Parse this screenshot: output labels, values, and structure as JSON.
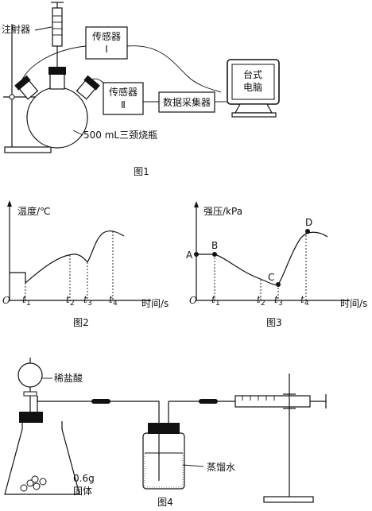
{
  "figure1": {
    "syringe_label": "注射器",
    "sensor1_label": "传感器",
    "sensor1_num": "Ⅰ",
    "sensor2_label": "传感器",
    "sensor2_num": "Ⅱ",
    "collector_label": "数据采集器",
    "computer_label_1": "台式",
    "computer_label_2": "电脑",
    "flask_label": "500 mL三颈烧瓶",
    "caption": "图1"
  },
  "figure2": {
    "ylabel": "温度/℃",
    "xlabel": "时间/s",
    "origin": "O",
    "ticks": [
      "t1",
      "t2",
      "t3",
      "t4"
    ],
    "caption": "图2"
  },
  "figure3": {
    "ylabel": "强压/kPa",
    "xlabel": "时间/s",
    "origin": "O",
    "ticks": [
      "t1",
      "t2",
      "t3",
      "t4"
    ],
    "points": [
      "A",
      "B",
      "C",
      "D"
    ],
    "caption": "图3"
  },
  "figure4": {
    "acid_label": "稀盐酸",
    "water_label": "蒸馏水",
    "solid_mass": "0.6g",
    "solid_label": "固体",
    "caption": "图4"
  }
}
